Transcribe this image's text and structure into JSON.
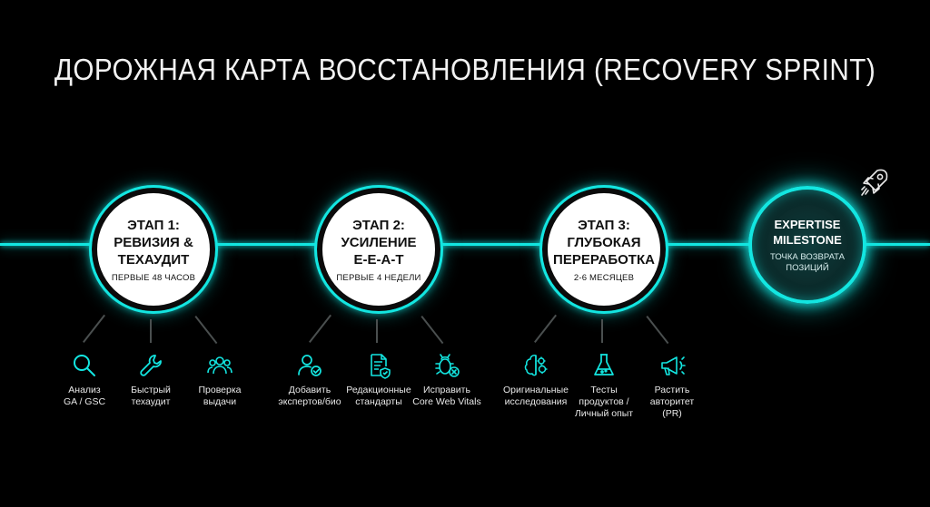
{
  "title": "ДОРОЖНАЯ КАРТА ВОССТАНОВЛЕНИЯ (RECOVERY SPRINT)",
  "accent_color": "#13e6e1",
  "stages": [
    {
      "name": "ЭТАП 1:\nРЕВИЗИЯ &\nТЕХАУДИТ",
      "sub": "ПЕРВЫЕ 48 ЧАСОВ",
      "tasks": [
        {
          "icon": "magnifier-icon",
          "label": "Анализ\nGA / GSC"
        },
        {
          "icon": "wrench-icon",
          "label": "Быстрый\nтехаудит"
        },
        {
          "icon": "users-group-icon",
          "label": "Проверка\nвыдачи"
        }
      ]
    },
    {
      "name": "ЭТАП 2:\nУСИЛЕНИЕ\nE-E-A-T",
      "sub": "ПЕРВЫЕ 4 НЕДЕЛИ",
      "tasks": [
        {
          "icon": "user-check-icon",
          "label": "Добавить\nэкспертов/био"
        },
        {
          "icon": "document-shield-icon",
          "label": "Редакционные\nстандарты"
        },
        {
          "icon": "bug-fix-icon",
          "label": "Исправить\nCore Web Vitals"
        }
      ]
    },
    {
      "name": "ЭТАП 3:\nГЛУБОКАЯ\nПЕРЕРАБОТКА",
      "sub": "2-6 МЕСЯЦЕВ",
      "tasks": [
        {
          "icon": "brain-gears-icon",
          "label": "Оригинальные\nисследования"
        },
        {
          "icon": "flask-icon",
          "label": "Тесты\nпродуктов /\nЛичный опыт"
        },
        {
          "icon": "megaphone-icon",
          "label": "Растить\nавторитет\n(PR)"
        }
      ]
    }
  ],
  "milestone": {
    "name": "EXPERTISE\nMILESTONE",
    "sub": "ТОЧКА ВОЗВРАТА\nПОЗИЦИЙ",
    "icon": "rocket-icon"
  }
}
